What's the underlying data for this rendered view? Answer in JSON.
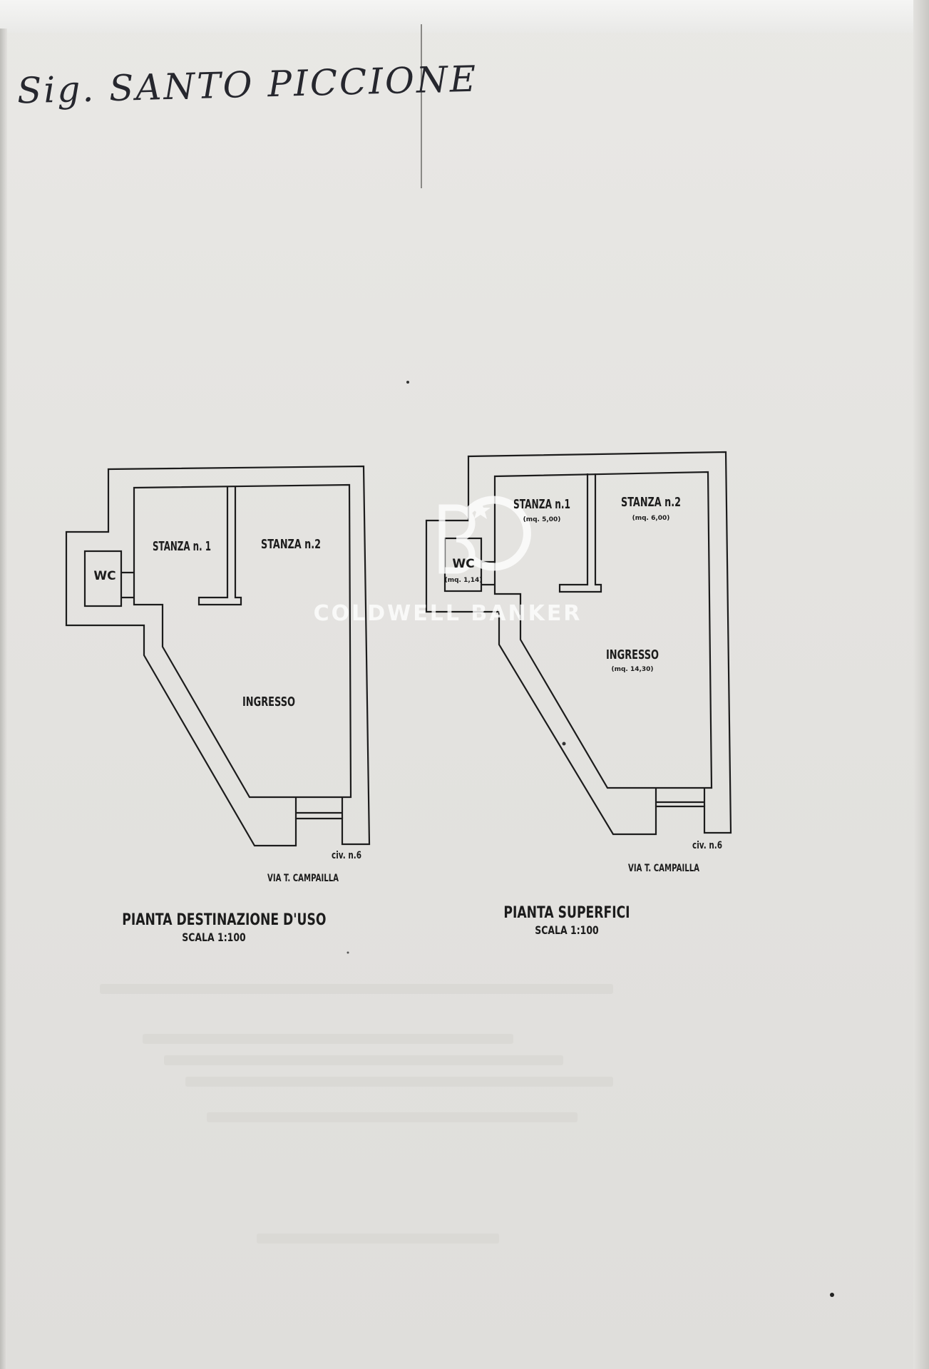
{
  "note": {
    "handwritten": "Sig. SANTO PICCIONE"
  },
  "watermark": {
    "brand": "COLDWELL BANKER"
  },
  "plan_left": {
    "rooms": {
      "wc": "WC",
      "stanza1": "STANZA n. 1",
      "stanza2": "STANZA n.2",
      "ingresso": "INGRESSO"
    },
    "civ": "civ. n.6",
    "street": "VIA T. CAMPAILLA",
    "title": "PIANTA DESTINAZIONE D'USO",
    "scale": "SCALA 1:100"
  },
  "plan_right": {
    "rooms": {
      "wc": "WC",
      "wc_area": "(mq. 1,14)",
      "stanza1": "STANZA n.1",
      "stanza1_area": "(mq. 5,00)",
      "stanza2": "STANZA n.2",
      "stanza2_area": "(mq. 6,00)",
      "ingresso": "INGRESSO",
      "ingresso_area": "(mq. 14,30)"
    },
    "civ": "civ. n.6",
    "street": "VIA T. CAMPAILLA",
    "title": "PIANTA SUPERFICI",
    "scale": "SCALA 1:100"
  },
  "colors": {
    "ink": "#1c1c1c",
    "paper": "#e6e5e2"
  }
}
